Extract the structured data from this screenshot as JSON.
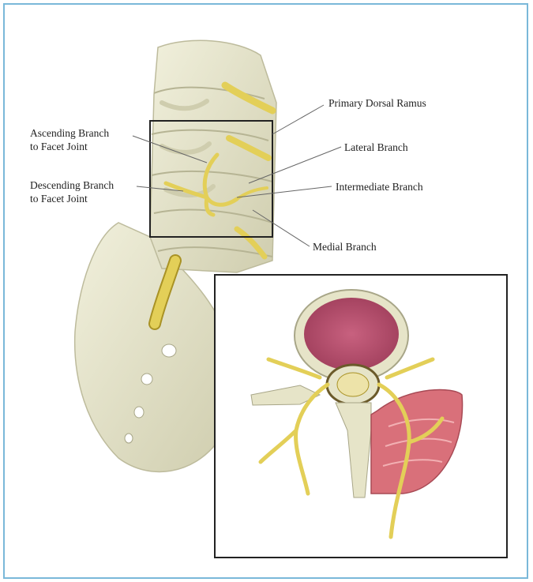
{
  "labels": {
    "primary_dorsal_ramus": "Primary Dorsal Ramus",
    "ascending_branch": "Ascending Branch\nto Facet Joint",
    "descending_branch": "Descending Branch\nto Facet Joint",
    "lateral_branch": "Lateral Branch",
    "intermediate_branch": "Intermediate Branch",
    "medial_branch": "Medial Branch"
  },
  "colors": {
    "frame_border": "#7ab8d9",
    "bone": "#e6e4c8",
    "bone_shadow": "#bdbb9c",
    "nerve": "#e3cf58",
    "nerve_dark": "#a99225",
    "disc": "#b4d2e2",
    "marrow": "#b04a6a",
    "muscle": "#d9707a",
    "inset_border": "#222222"
  }
}
